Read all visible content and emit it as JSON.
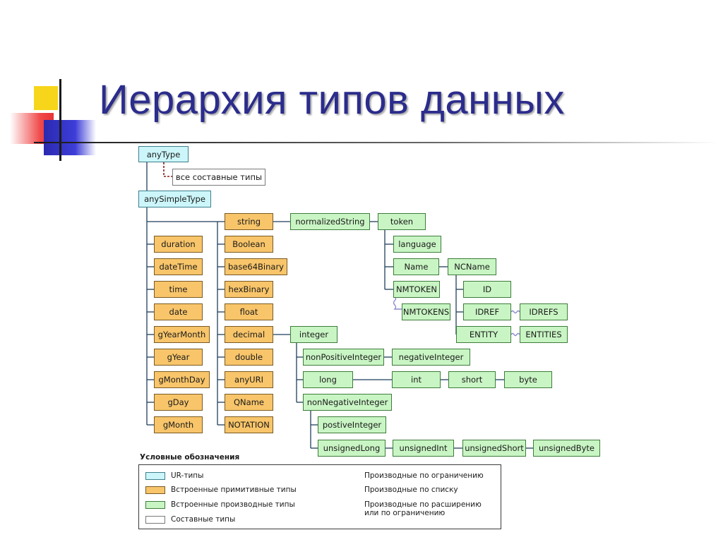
{
  "slide": {
    "title": "Иерархия типов данных"
  },
  "diagram": {
    "nodes": {
      "anyType": "anyType",
      "composite": "все составные типы",
      "anySimpleType": "anySimpleType",
      "duration": "duration",
      "dateTime": "dateTime",
      "time": "time",
      "date": "date",
      "gYearMonth": "gYearMonth",
      "gYear": "gYear",
      "gMonthDay": "gMonthDay",
      "gDay": "gDay",
      "gMonth": "gMonth",
      "string": "string",
      "Boolean": "Boolean",
      "base64Binary": "base64Binary",
      "hexBinary": "hexBinary",
      "float": "float",
      "decimal": "decimal",
      "double": "double",
      "anyURI": "anyURI",
      "QName": "QName",
      "NOTATION": "NOTATION",
      "normalizedString": "normalizedString",
      "token": "token",
      "language": "language",
      "Name": "Name",
      "NCName": "NCName",
      "NMTOKEN": "NMTOKEN",
      "NMTOKENS": "NMTOKENS",
      "ID": "ID",
      "IDREF": "IDREF",
      "IDREFS": "IDREFS",
      "ENTITY": "ENTITY",
      "ENTITIES": "ENTITIES",
      "integer": "integer",
      "nonPositiveInteger": "nonPositiveInteger",
      "negativeInteger": "negativeInteger",
      "long": "long",
      "int": "int",
      "short": "short",
      "byte": "byte",
      "nonNegativeInteger": "nonNegativeInteger",
      "postiveInteger": "postiveInteger",
      "unsignedLong": "unsignedLong",
      "unsignedInt": "unsignedInt",
      "unsignedShort": "unsignedShort",
      "unsignedByte": "unsignedByte"
    },
    "legend": {
      "title": "Условные обозначения",
      "ur": "UR-типы",
      "primitive": "Встроенные примитивные типы",
      "derived": "Встроенные производные типы",
      "composite": "Составные типы",
      "restriction": "Производные по ограничению",
      "list": "Производные по списку",
      "extension_line1": "Производные по расширению",
      "extension_line2": "или по ограничению"
    },
    "colors": {
      "ur": "#ccf6fa",
      "primitive": "#f8c56a",
      "derived": "#c9f5c4",
      "composite": "#ffffff",
      "restriction_line": "#1f3f5c",
      "list_line": "#8c8ccc",
      "extension_line": "#8b1a1a"
    }
  }
}
